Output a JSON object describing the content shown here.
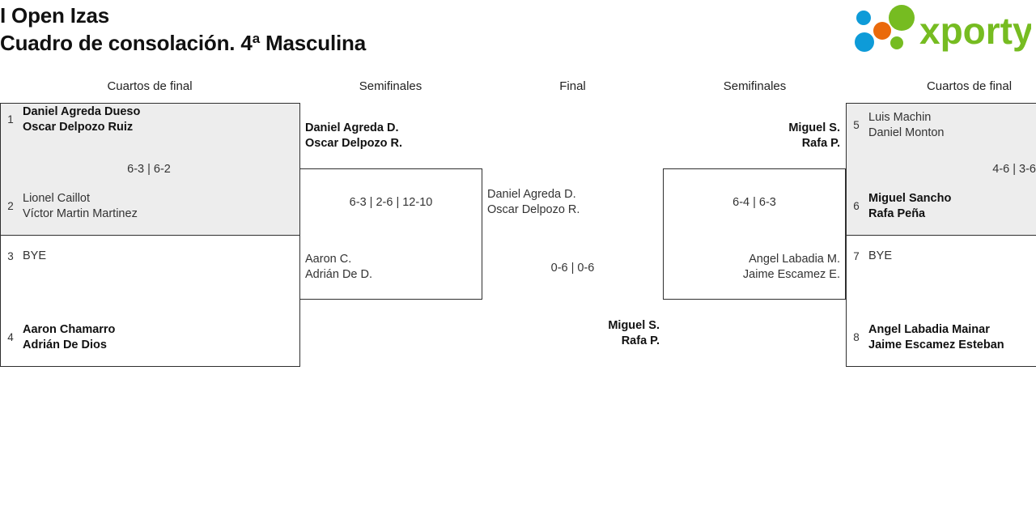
{
  "header": {
    "title_line_1": "I Open Izas",
    "title_line_2": "Cuadro de consolación. 4ª Masculina",
    "logo_text": "xporty",
    "logo_colors": {
      "green": "#76bc21",
      "blue": "#0e9bd8",
      "orange": "#ea6a0b"
    }
  },
  "columns": [
    {
      "label": "Cuartos de final"
    },
    {
      "label": "Semifinales"
    },
    {
      "label": "Final"
    },
    {
      "label": "Semifinales"
    },
    {
      "label": "Cuartos de final"
    }
  ],
  "bracket": {
    "left_quarterfinals": [
      {
        "shaded": true,
        "score": "6-3 | 6-2",
        "top": {
          "seed": "1",
          "line1": "Daniel Agreda Dueso",
          "line2": "Oscar Delpozo Ruiz",
          "winner": true
        },
        "bottom": {
          "seed": "2",
          "line1": "Lionel Caillot",
          "line2": "Víctor Martin Martinez",
          "winner": false
        }
      },
      {
        "shaded": false,
        "score": "",
        "top": {
          "seed": "3",
          "line1": "BYE",
          "line2": "",
          "winner": false
        },
        "bottom": {
          "seed": "4",
          "line1": "Aaron Chamarro",
          "line2": "Adrián De Dios",
          "winner": true
        }
      }
    ],
    "left_semifinal": {
      "score": "6-3 | 2-6 | 12-10",
      "top": {
        "line1": "Daniel Agreda D.",
        "line2": "Oscar Delpozo R.",
        "winner": true
      },
      "bottom": {
        "line1": "Aaron C.",
        "line2": "Adrián De D.",
        "winner": false
      }
    },
    "final": {
      "score": "0-6 | 0-6",
      "left_side": {
        "line1": "Daniel Agreda D.",
        "line2": "Oscar Delpozo R.",
        "winner": false
      },
      "right_side": {
        "line1": "Miguel S.",
        "line2": "Rafa P.",
        "winner": true
      }
    },
    "right_semifinal": {
      "score": "6-4 | 6-3",
      "top": {
        "line1": "Miguel S.",
        "line2": "Rafa P.",
        "winner": true
      },
      "bottom": {
        "line1": "Angel Labadia M.",
        "line2": "Jaime Escamez E.",
        "winner": false
      }
    },
    "right_quarterfinals": [
      {
        "shaded": true,
        "score": "4-6 | 3-6",
        "top": {
          "seed": "5",
          "line1": "Luis Machin",
          "line2": "Daniel Monton",
          "winner": false
        },
        "bottom": {
          "seed": "6",
          "line1": "Miguel Sancho",
          "line2": "Rafa Peña",
          "winner": true
        }
      },
      {
        "shaded": false,
        "score": "",
        "top": {
          "seed": "7",
          "line1": "BYE",
          "line2": "",
          "winner": false
        },
        "bottom": {
          "seed": "8",
          "line1": "Angel Labadia Mainar",
          "line2": "Jaime Escamez Esteban",
          "winner": true
        }
      }
    ]
  }
}
